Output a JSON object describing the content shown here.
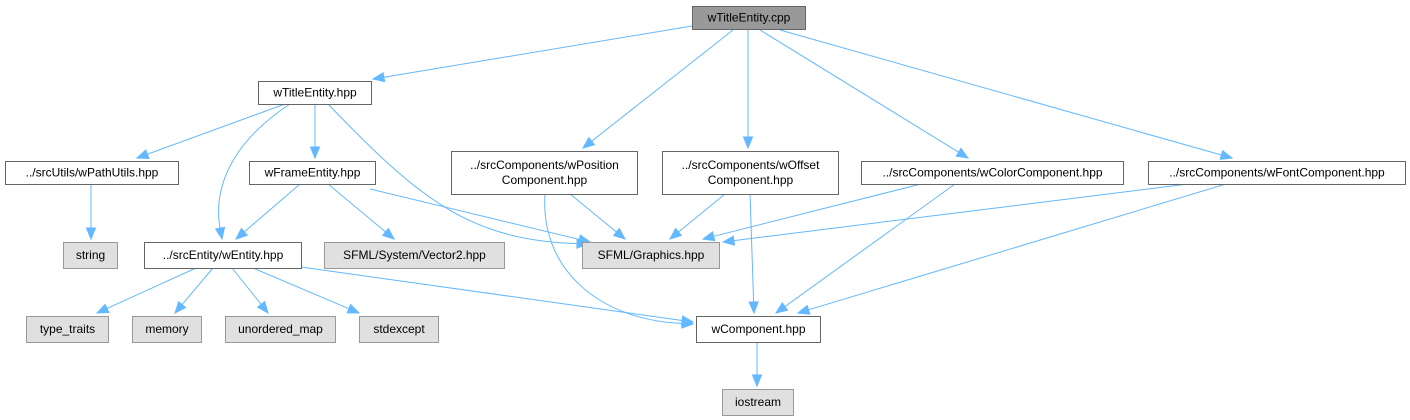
{
  "diagram": {
    "type": "include-dependency-graph",
    "colors": {
      "edge": "#63b8ff",
      "root_fill": "#999999",
      "local_fill": "#ffffff",
      "system_fill": "#e0e0e0",
      "border": "#666666"
    },
    "nodes": [
      {
        "id": "root",
        "kind": "root",
        "lines": [
          "wTitleEntity.cpp"
        ]
      },
      {
        "id": "wTitleEntity_hpp",
        "kind": "local",
        "lines": [
          "wTitleEntity.hpp"
        ]
      },
      {
        "id": "wPathUtils",
        "kind": "local",
        "lines": [
          "../srcUtils/wPathUtils.hpp"
        ]
      },
      {
        "id": "wFrameEntity",
        "kind": "local",
        "lines": [
          "wFrameEntity.hpp"
        ]
      },
      {
        "id": "wPosition",
        "kind": "local",
        "lines": [
          "../srcComponents/wPosition",
          "Component.hpp"
        ]
      },
      {
        "id": "wOffset",
        "kind": "local",
        "lines": [
          "../srcComponents/wOffset",
          "Component.hpp"
        ]
      },
      {
        "id": "wColor",
        "kind": "local",
        "lines": [
          "../srcComponents/wColorComponent.hpp"
        ]
      },
      {
        "id": "wFont",
        "kind": "local",
        "lines": [
          "../srcComponents/wFontComponent.hpp"
        ]
      },
      {
        "id": "string",
        "kind": "system",
        "lines": [
          "string"
        ]
      },
      {
        "id": "wEntity",
        "kind": "local",
        "lines": [
          "../srcEntity/wEntity.hpp"
        ]
      },
      {
        "id": "vector2",
        "kind": "system",
        "lines": [
          "SFML/System/Vector2.hpp"
        ]
      },
      {
        "id": "graphics",
        "kind": "system",
        "lines": [
          "SFML/Graphics.hpp"
        ]
      },
      {
        "id": "type_traits",
        "kind": "system",
        "lines": [
          "type_traits"
        ]
      },
      {
        "id": "memory",
        "kind": "system",
        "lines": [
          "memory"
        ]
      },
      {
        "id": "unordered_map",
        "kind": "system",
        "lines": [
          "unordered_map"
        ]
      },
      {
        "id": "stdexcept",
        "kind": "system",
        "lines": [
          "stdexcept"
        ]
      },
      {
        "id": "wComponent",
        "kind": "local",
        "lines": [
          "wComponent.hpp"
        ]
      },
      {
        "id": "iostream",
        "kind": "system",
        "lines": [
          "iostream"
        ]
      }
    ],
    "edges": [
      [
        "root",
        "wTitleEntity_hpp"
      ],
      [
        "root",
        "wPosition"
      ],
      [
        "root",
        "wOffset"
      ],
      [
        "root",
        "wColor"
      ],
      [
        "root",
        "wFont"
      ],
      [
        "wTitleEntity_hpp",
        "wPathUtils"
      ],
      [
        "wTitleEntity_hpp",
        "wFrameEntity"
      ],
      [
        "wTitleEntity_hpp",
        "wEntity"
      ],
      [
        "wTitleEntity_hpp",
        "graphics"
      ],
      [
        "wPathUtils",
        "string"
      ],
      [
        "wFrameEntity",
        "wEntity"
      ],
      [
        "wFrameEntity",
        "vector2"
      ],
      [
        "wFrameEntity",
        "graphics"
      ],
      [
        "wPosition",
        "graphics"
      ],
      [
        "wPosition",
        "wComponent"
      ],
      [
        "wOffset",
        "graphics"
      ],
      [
        "wOffset",
        "wComponent"
      ],
      [
        "wColor",
        "graphics"
      ],
      [
        "wColor",
        "wComponent"
      ],
      [
        "wFont",
        "graphics"
      ],
      [
        "wFont",
        "wComponent"
      ],
      [
        "wEntity",
        "type_traits"
      ],
      [
        "wEntity",
        "memory"
      ],
      [
        "wEntity",
        "unordered_map"
      ],
      [
        "wEntity",
        "stdexcept"
      ],
      [
        "wEntity",
        "wComponent"
      ],
      [
        "wComponent",
        "iostream"
      ]
    ]
  }
}
